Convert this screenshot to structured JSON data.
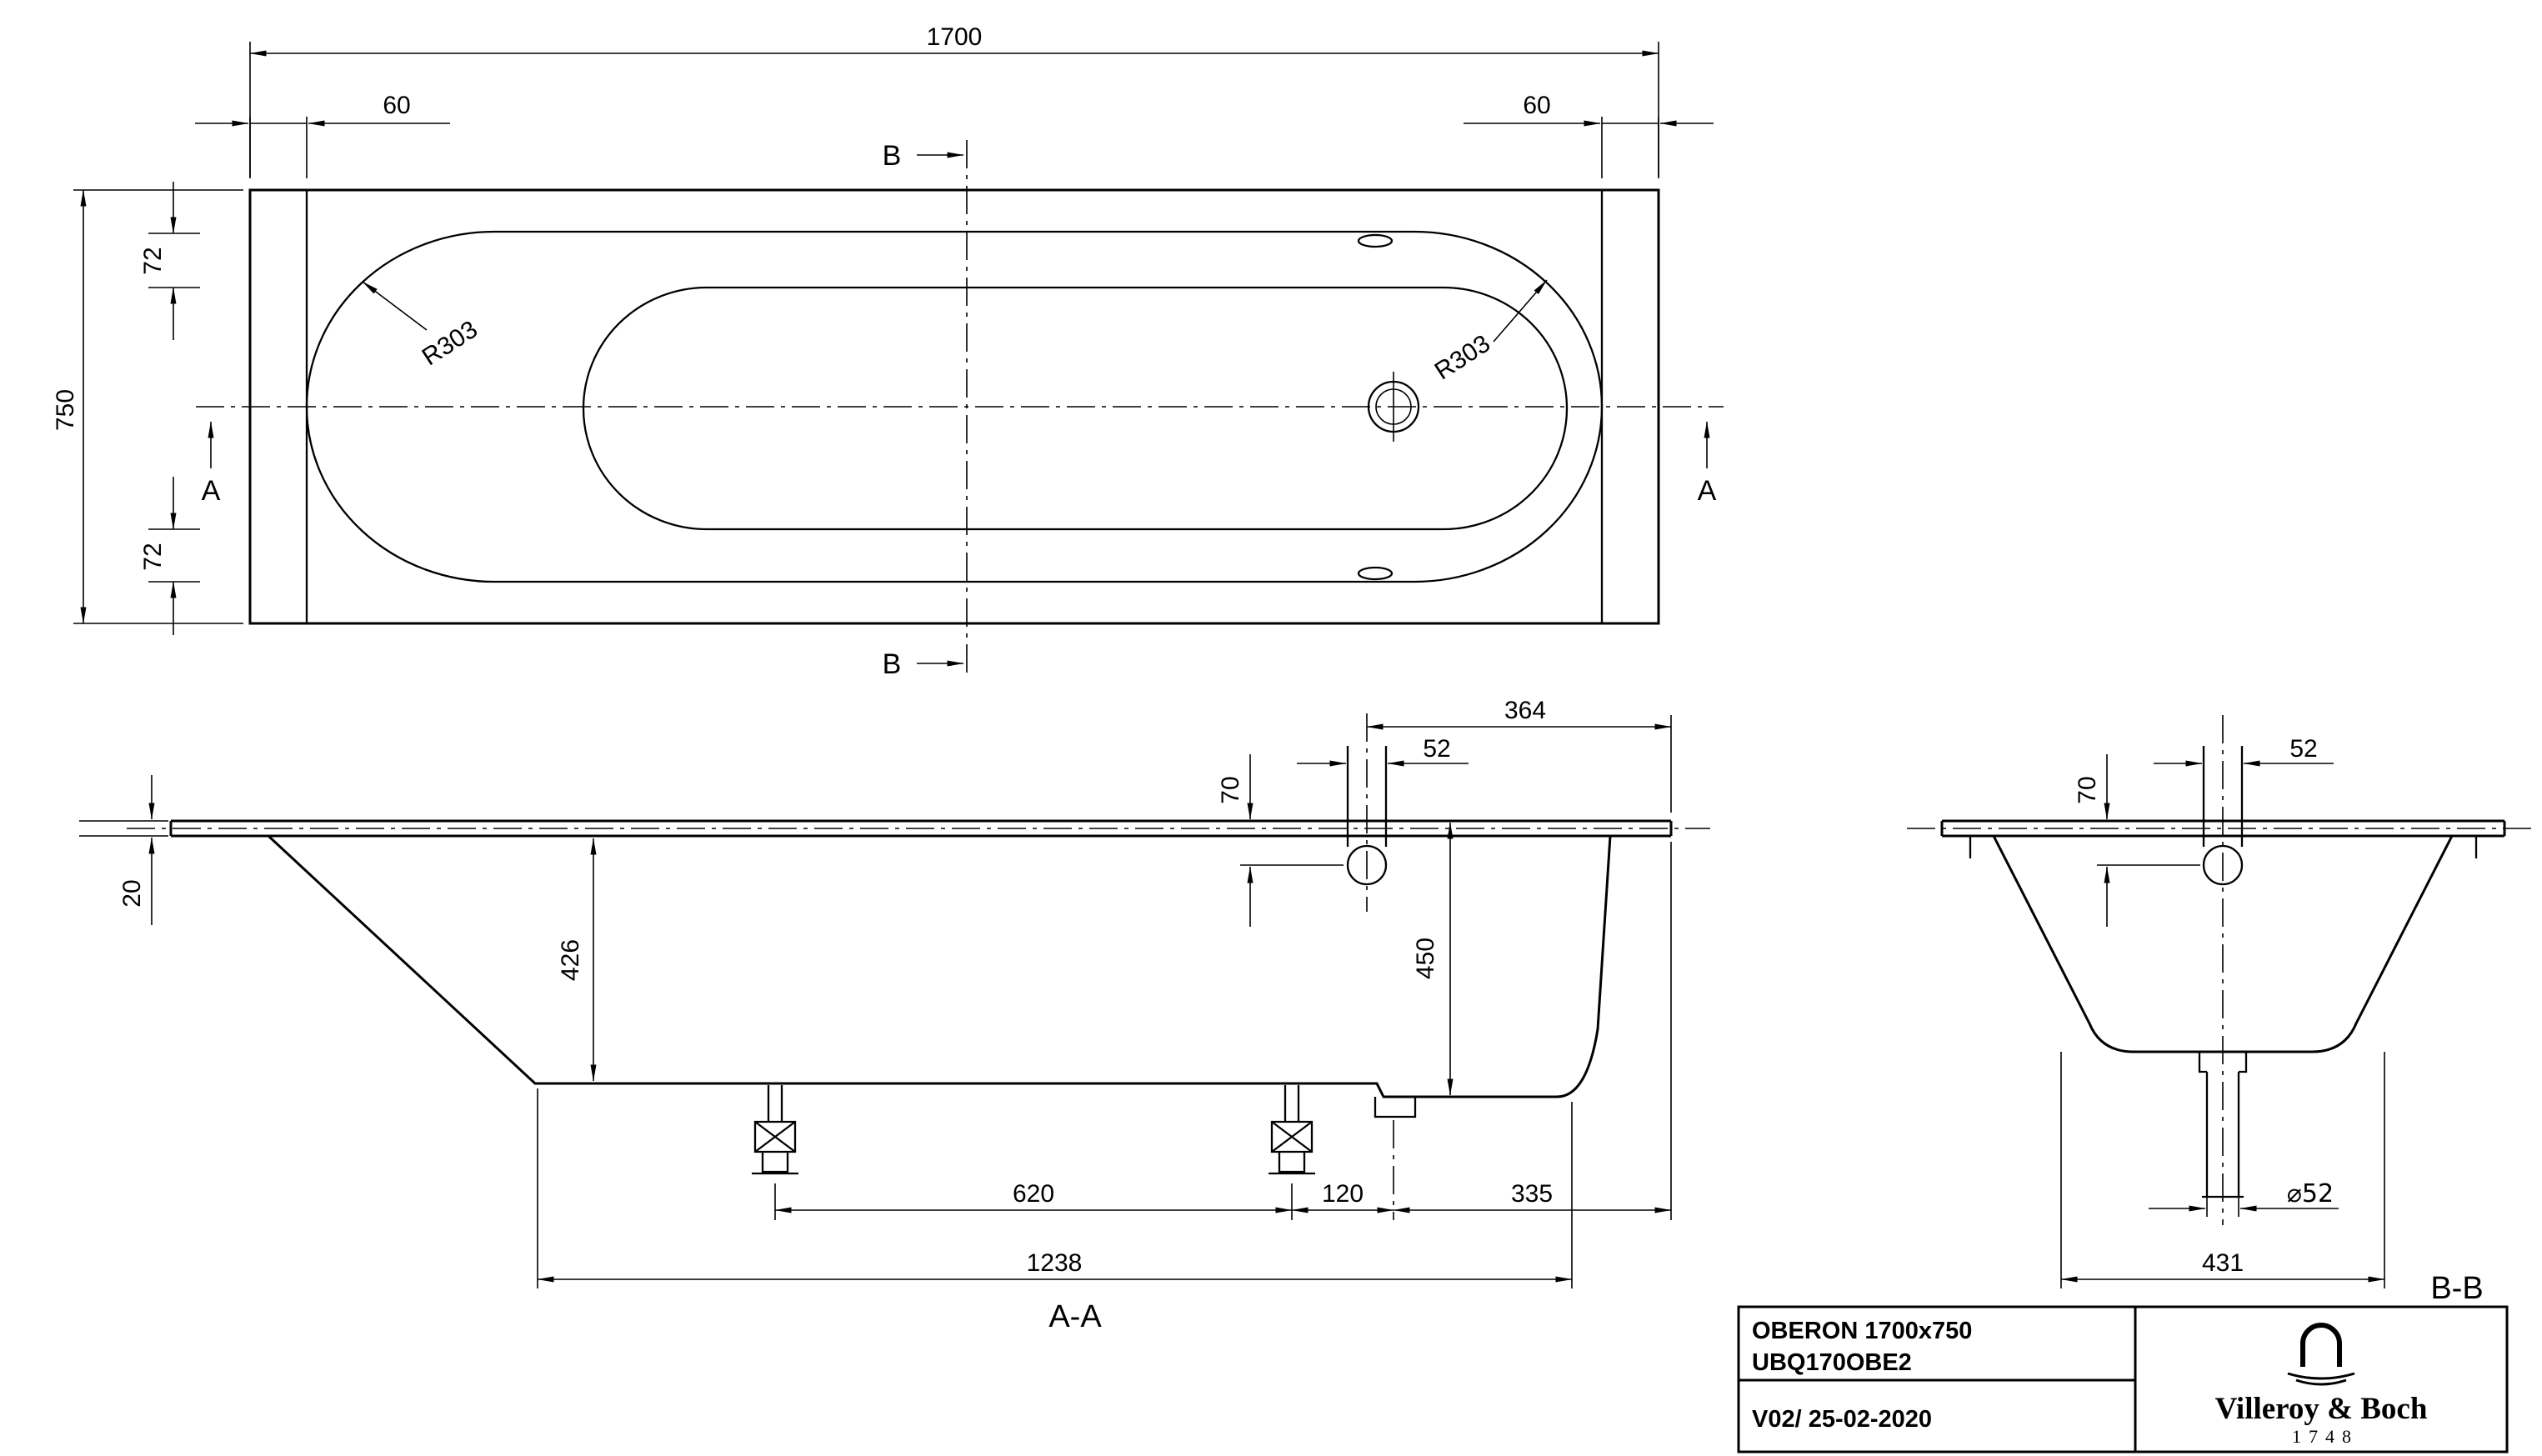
{
  "plan_view": {
    "dim_length": "1700",
    "dim_rim_left": "60",
    "dim_rim_right": "60",
    "dim_width": "750",
    "dim_wall_top": "72",
    "dim_wall_bottom": "72",
    "radius_label_left": "R303",
    "radius_label_right": "R303",
    "cut_label_a": "A",
    "cut_label_b": "B"
  },
  "section_aa": {
    "label": "A-A",
    "dim_rim_thickness": "20",
    "dim_inner_depth": "426",
    "dim_total_depth": "450",
    "dim_overflow_to_end": "364",
    "dim_overflow_offset": "70",
    "dim_overflow_width": "52",
    "dim_feet_spacing": "620",
    "dim_foot_to_drain": "120",
    "dim_drain_to_end": "335",
    "dim_base_length": "1238"
  },
  "section_bb": {
    "label": "B-B",
    "dim_overflow_offset": "70",
    "dim_overflow_width": "52",
    "dim_drain_diameter": "⌀52",
    "dim_base_width": "431"
  },
  "title_block": {
    "model": "OBERON 1700x750",
    "article_number": "UBQ170OBE2",
    "revision": "V02/ 25-02-2020",
    "brand_name": "Villeroy & Boch",
    "brand_year": "1748"
  }
}
